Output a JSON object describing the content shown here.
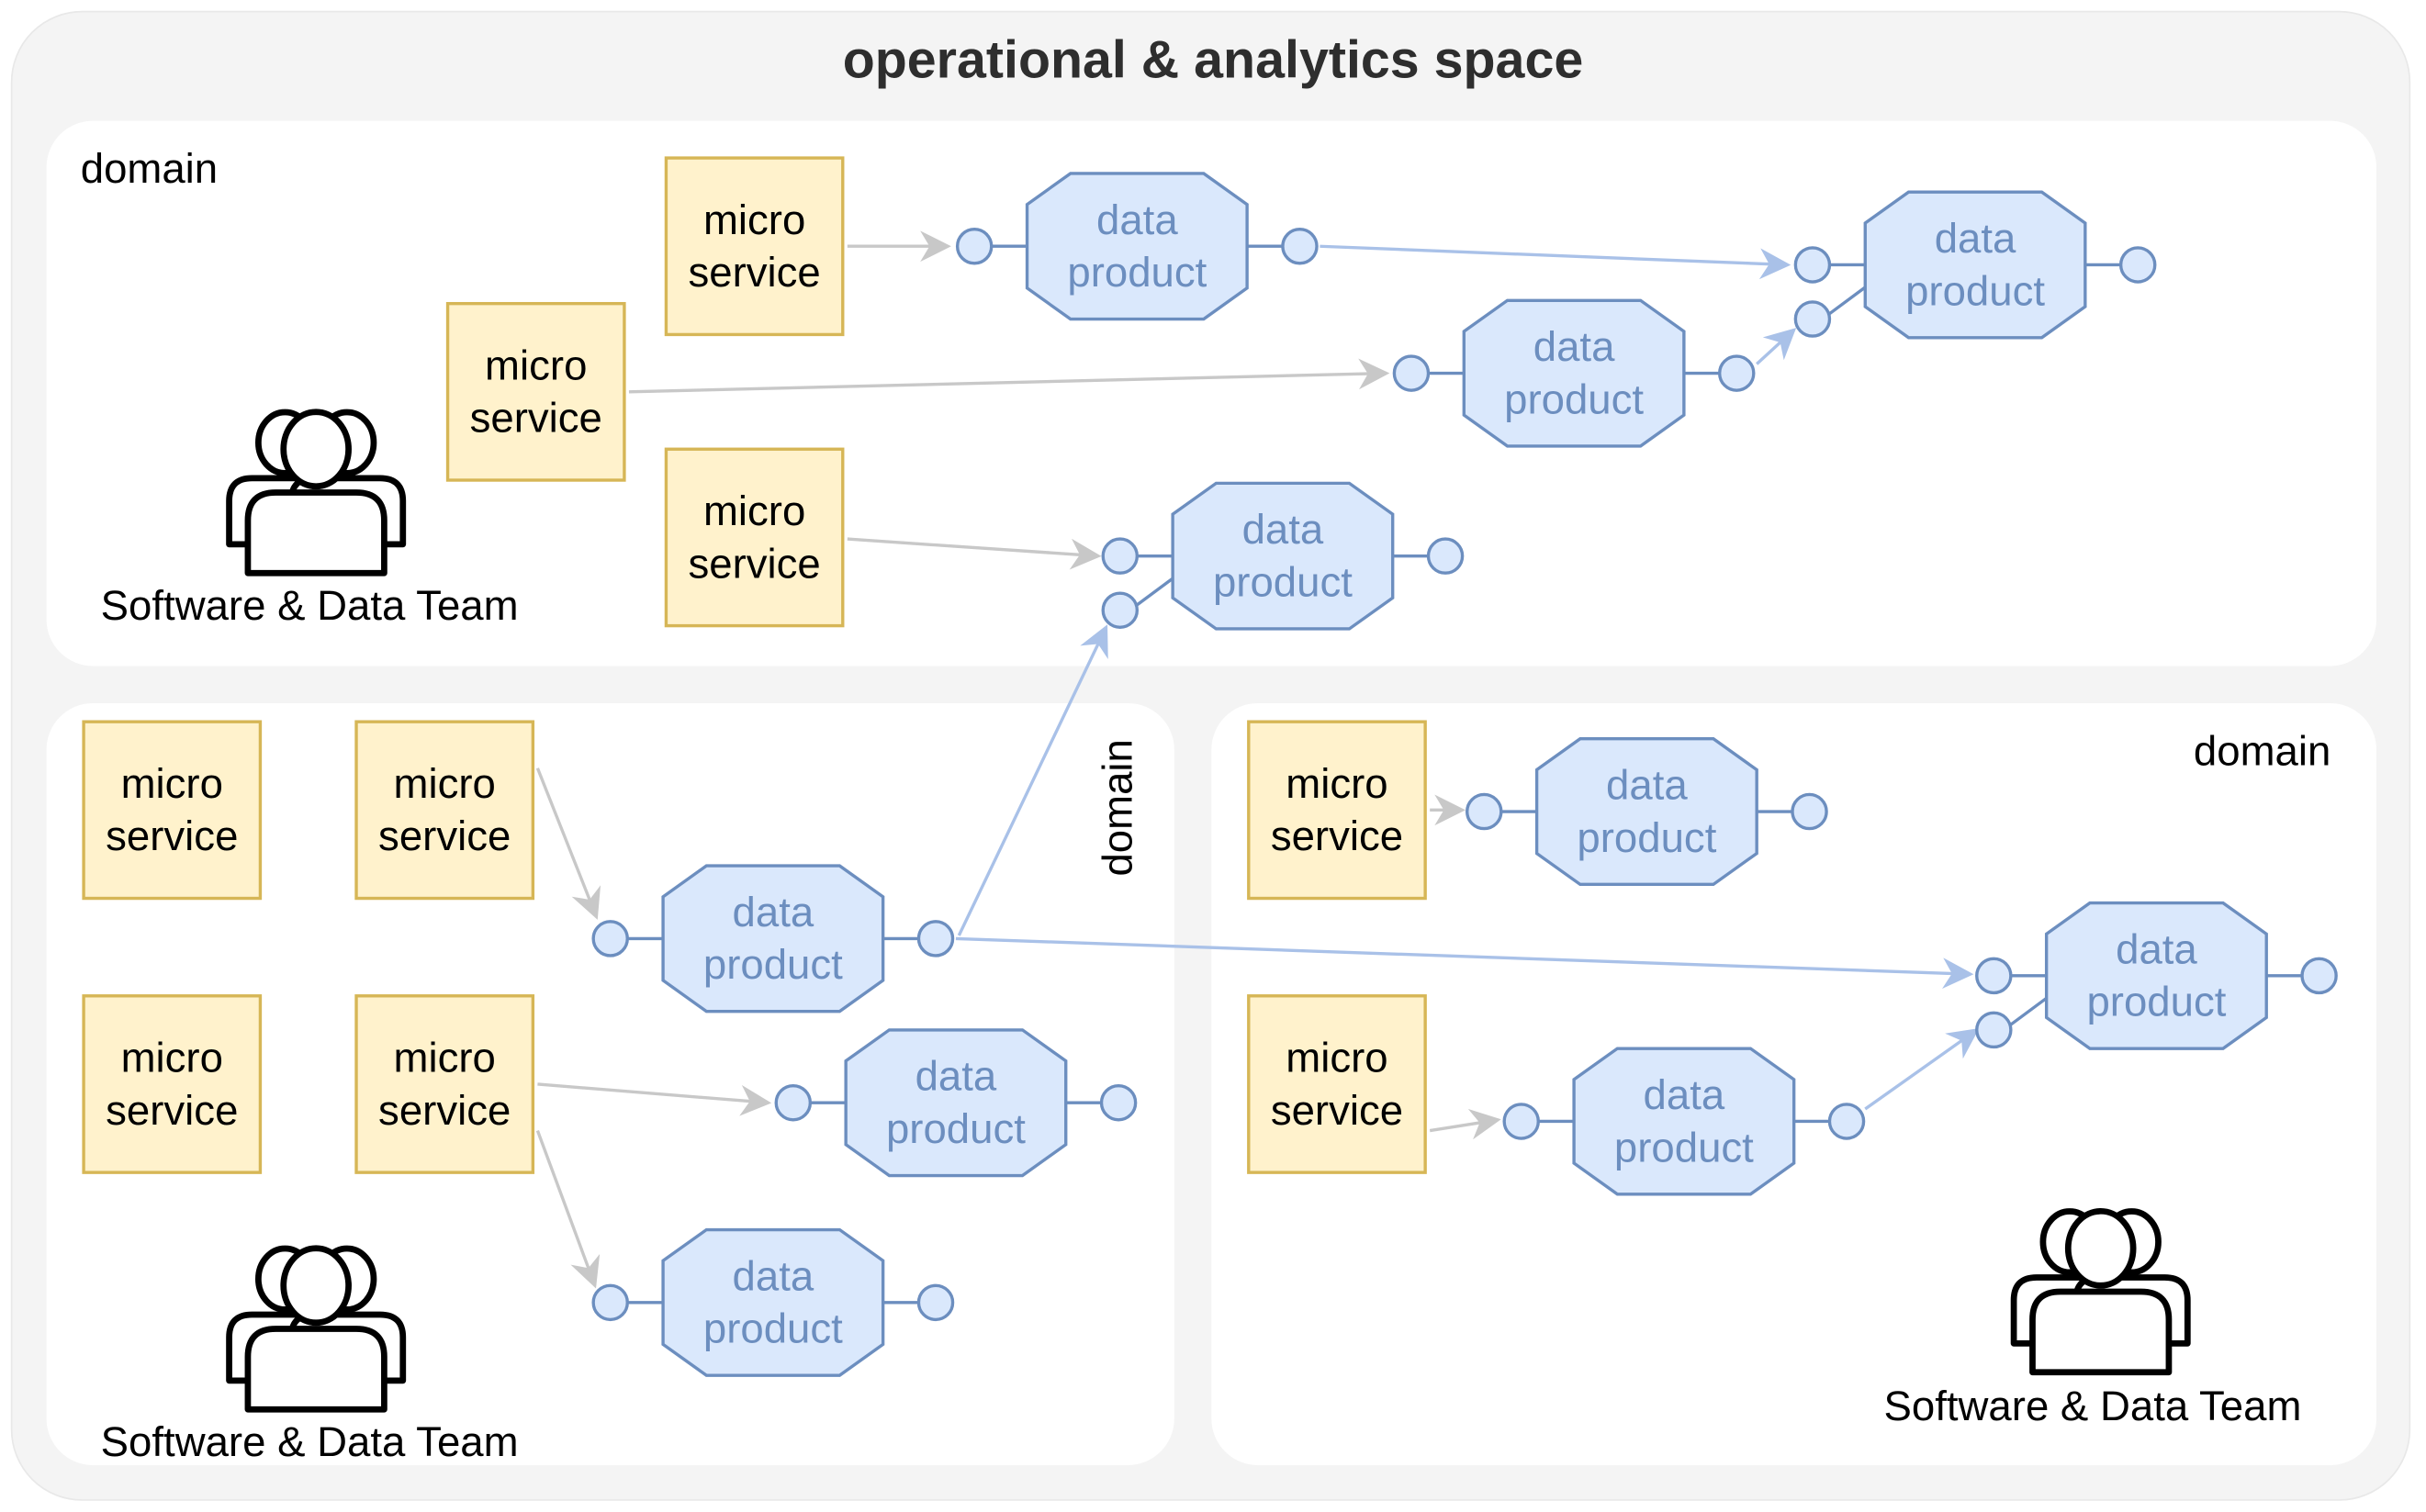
{
  "title": "operational & analytics space",
  "domain_label": "domain",
  "team_label": "Software & Data Team",
  "microservice_label": "micro\nservice",
  "data_product_label": "data\nproduct",
  "colors": {
    "microservice_fill": "#fff2cc",
    "microservice_stroke": "#d6b656",
    "data_product_fill": "#dae8fc",
    "data_product_stroke": "#6c8ebf",
    "arrow_gray": "#c8c8c8",
    "arrow_blue": "#a9c1e8"
  },
  "icons": [
    "team-icon"
  ]
}
